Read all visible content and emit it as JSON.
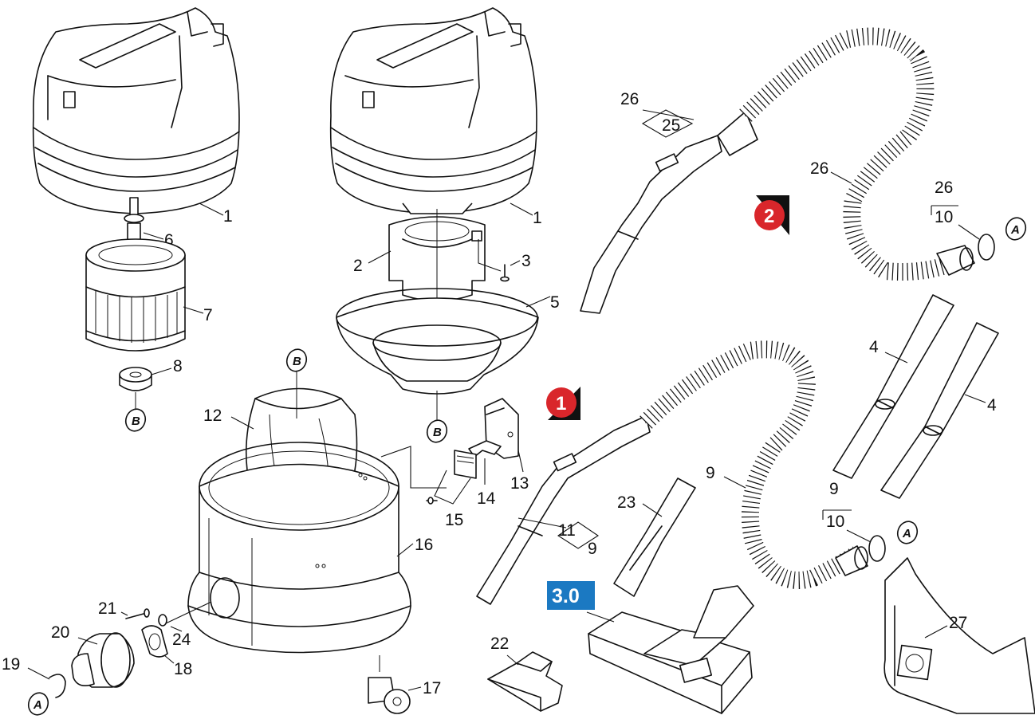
{
  "colors": {
    "line": "#111111",
    "badge_red": "#d9262b",
    "badge_blue": "#1b79c2"
  },
  "callouts": {
    "c1_a": "1",
    "c1_b": "1",
    "c2": "2",
    "c3": "3",
    "c4_a": "4",
    "c4_b": "4",
    "c5": "5",
    "c6": "6",
    "c7": "7",
    "c8": "8",
    "c9_a": "9",
    "c9_b": "9",
    "c9_c": "9",
    "c10_a": "10",
    "c10_b": "10",
    "c11": "11",
    "c12": "12",
    "c13": "13",
    "c14": "14",
    "c15": "15",
    "c16": "16",
    "c17": "17",
    "c18": "18",
    "c19": "19",
    "c20": "20",
    "c21": "21",
    "c22": "22",
    "c23": "23",
    "c24": "24",
    "c25": "25",
    "c26_a": "26",
    "c26_b": "26",
    "c26_c": "26",
    "c27": "27"
  },
  "connectors": {
    "a1": "A",
    "a2": "A",
    "a3": "A",
    "b1": "B",
    "b2": "B",
    "b3": "B"
  },
  "badges": {
    "variant1": "1",
    "variant2": "2",
    "accessory_kit": "3.0"
  }
}
